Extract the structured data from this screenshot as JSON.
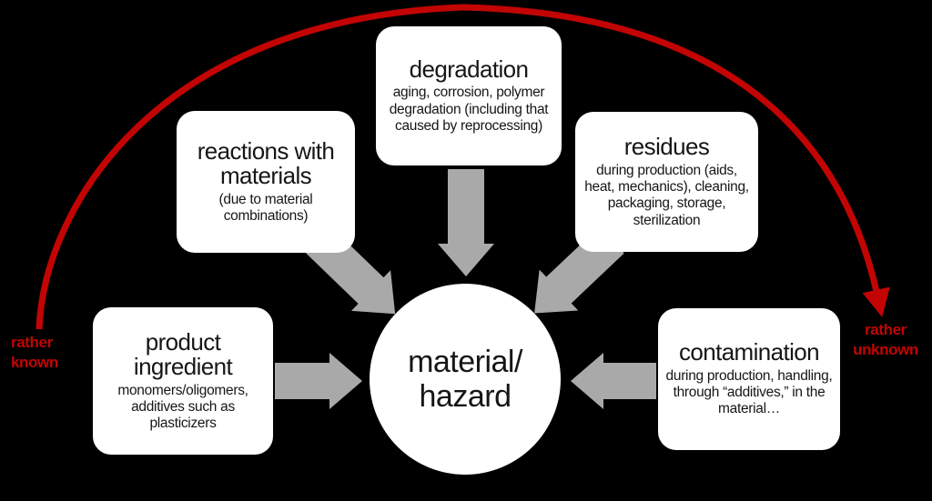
{
  "colors": {
    "background": "#000000",
    "box_fill": "#ffffff",
    "box_text": "#161616",
    "arrow_gray": "#a9a9a9",
    "red": "#c20404"
  },
  "center": {
    "line1": "material/",
    "line2": "hazard"
  },
  "boxes": [
    {
      "title": "product ingredient",
      "desc": "monomers/oligomers, additives such as plasticizers"
    },
    {
      "title": "reactions with materials",
      "desc": "(due to material combinations)"
    },
    {
      "title": "degradation",
      "desc": "aging, corrosion, polymer degradation (including that caused by reprocessing)"
    },
    {
      "title": "residues",
      "desc": "during production (aids, heat, mechanics), cleaning, packaging, storage, sterilization"
    },
    {
      "title": "contamination",
      "desc": "during production, handling, through “additives,” in the material…"
    }
  ],
  "spectrum": {
    "left_label": "rather known",
    "right_label": "rather unknown"
  },
  "icons": {
    "block_arrow": "gray-block-arrow-icon",
    "spectrum_arc": "red-arc-arrow-icon"
  }
}
